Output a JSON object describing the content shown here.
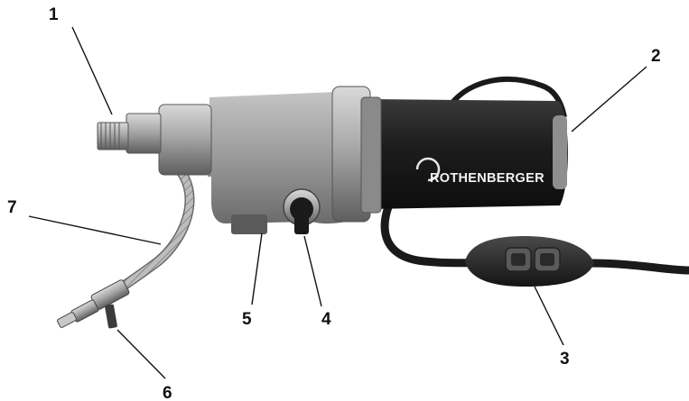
{
  "figure": {
    "brand_label": "ROTHENBERGER",
    "callouts": [
      "1",
      "2",
      "3",
      "4",
      "5",
      "6",
      "7"
    ],
    "colors": {
      "background": "#ffffff",
      "housing": "#8f8f8f",
      "motor": "#1c1c1c",
      "hose": "#b5b5b5",
      "label_text": "#111111"
    }
  }
}
